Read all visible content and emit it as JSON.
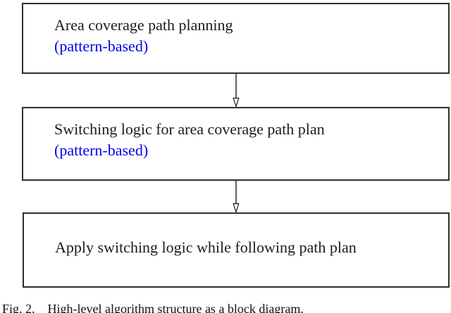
{
  "flowchart": {
    "boxes": [
      {
        "title": "Area coverage path planning",
        "subtitle": "(pattern-based)"
      },
      {
        "title": "Switching logic for area coverage path plan",
        "subtitle": "(pattern-based)"
      },
      {
        "title": "Apply switching logic while following path plan"
      }
    ],
    "colors": {
      "box_border": "#2f2f2f",
      "title_text": "#1c1c1c",
      "subtitle_text": "#0000ee",
      "arrow": "#1c1c1c",
      "background": "#ffffff"
    }
  },
  "figure": {
    "caption": "Fig. 2.    High-level algorithm structure as a block diagram."
  }
}
